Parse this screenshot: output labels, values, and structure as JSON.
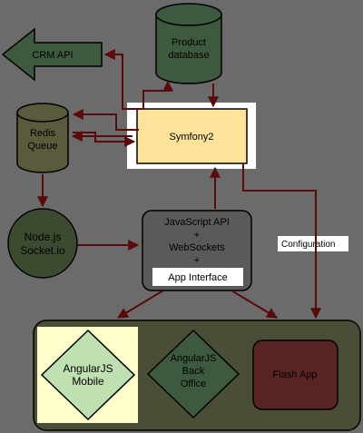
{
  "colors": {
    "background": "#6b6b6b",
    "arrow": "#5a0a0a",
    "db_fill": "#3e5a3e",
    "redis_fill": "#5a5a3c",
    "symfony_fill": "#ffe39a",
    "highlight_box": "#ffffff",
    "node_fill": "#3c4a30",
    "js_api_fill": "#5a5a5a",
    "container_fill": "#4a4e36",
    "mobile_bg": "#ffffcc",
    "mobile_diamond": "#bfe0b0",
    "backoffice_diamond": "#3e5a3e",
    "flash_fill": "#5a2424",
    "crm_fill": "#3e5a3e"
  },
  "nodes": {
    "crm_api": "CRM API",
    "product_db": [
      "Product",
      "database"
    ],
    "redis": [
      "Redis",
      "Queue"
    ],
    "symfony": "Symfony2",
    "nodejs": [
      "Node.js",
      "Socket.io"
    ],
    "js_api": [
      "JavaScript API",
      "+",
      "WebSockets",
      "+"
    ],
    "app_interface": "App Interface",
    "configuration": "Configuration",
    "angular_mobile": [
      "AngularJS",
      "Mobile"
    ],
    "angular_backoffice": [
      "AngularJS",
      "Back",
      "Office"
    ],
    "flash_app": "Flash App"
  }
}
